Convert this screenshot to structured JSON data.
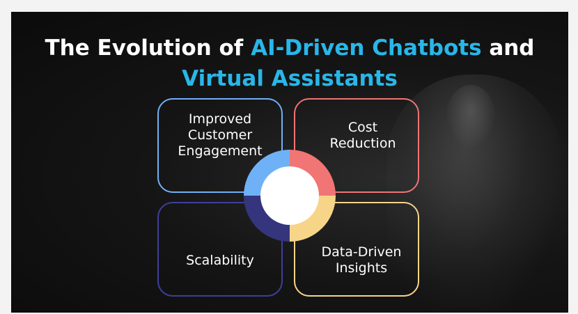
{
  "title": {
    "line1_plain": "The Evolution of ",
    "line1_accent": "AI-Driven Chatbots",
    "line1_tail": " and",
    "line2_accent": "Virtual Assistants"
  },
  "quadrants": {
    "top_left": [
      "Improved",
      "Customer",
      "Engagement"
    ],
    "top_right": [
      "Cost",
      "Reduction"
    ],
    "bottom_left": [
      "Scalability"
    ],
    "bottom_right": [
      "Data-Driven",
      "Insights"
    ]
  },
  "colors": {
    "title_accent": "#29b6e8",
    "top_left": "#6fb1f7",
    "top_right": "#f07574",
    "bottom_left": "#3e3f9e",
    "bottom_right": "#f7d588"
  }
}
